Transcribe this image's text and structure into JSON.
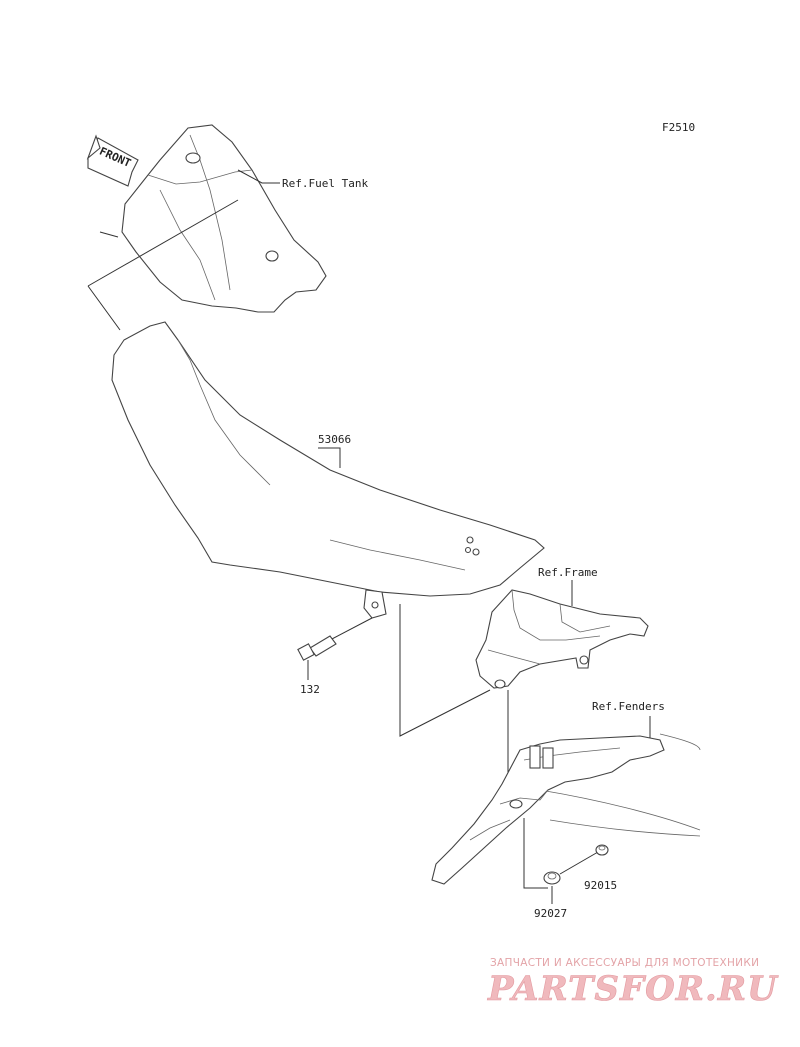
{
  "figure_code": "F2510",
  "front_label": "FRONT",
  "references": {
    "fuel_tank": "Ref.Fuel Tank",
    "frame": "Ref.Frame",
    "fenders": "Ref.Fenders"
  },
  "parts": {
    "seat": "53066",
    "bolt": "132",
    "collar": "92015",
    "nut": "92027"
  },
  "watermark": {
    "tagline": "ЗАПЧАСТИ И АКСЕССУАРЫ ДЛЯ МОТОТЕХНИКИ",
    "brand": "PARTSFOR.RU"
  }
}
